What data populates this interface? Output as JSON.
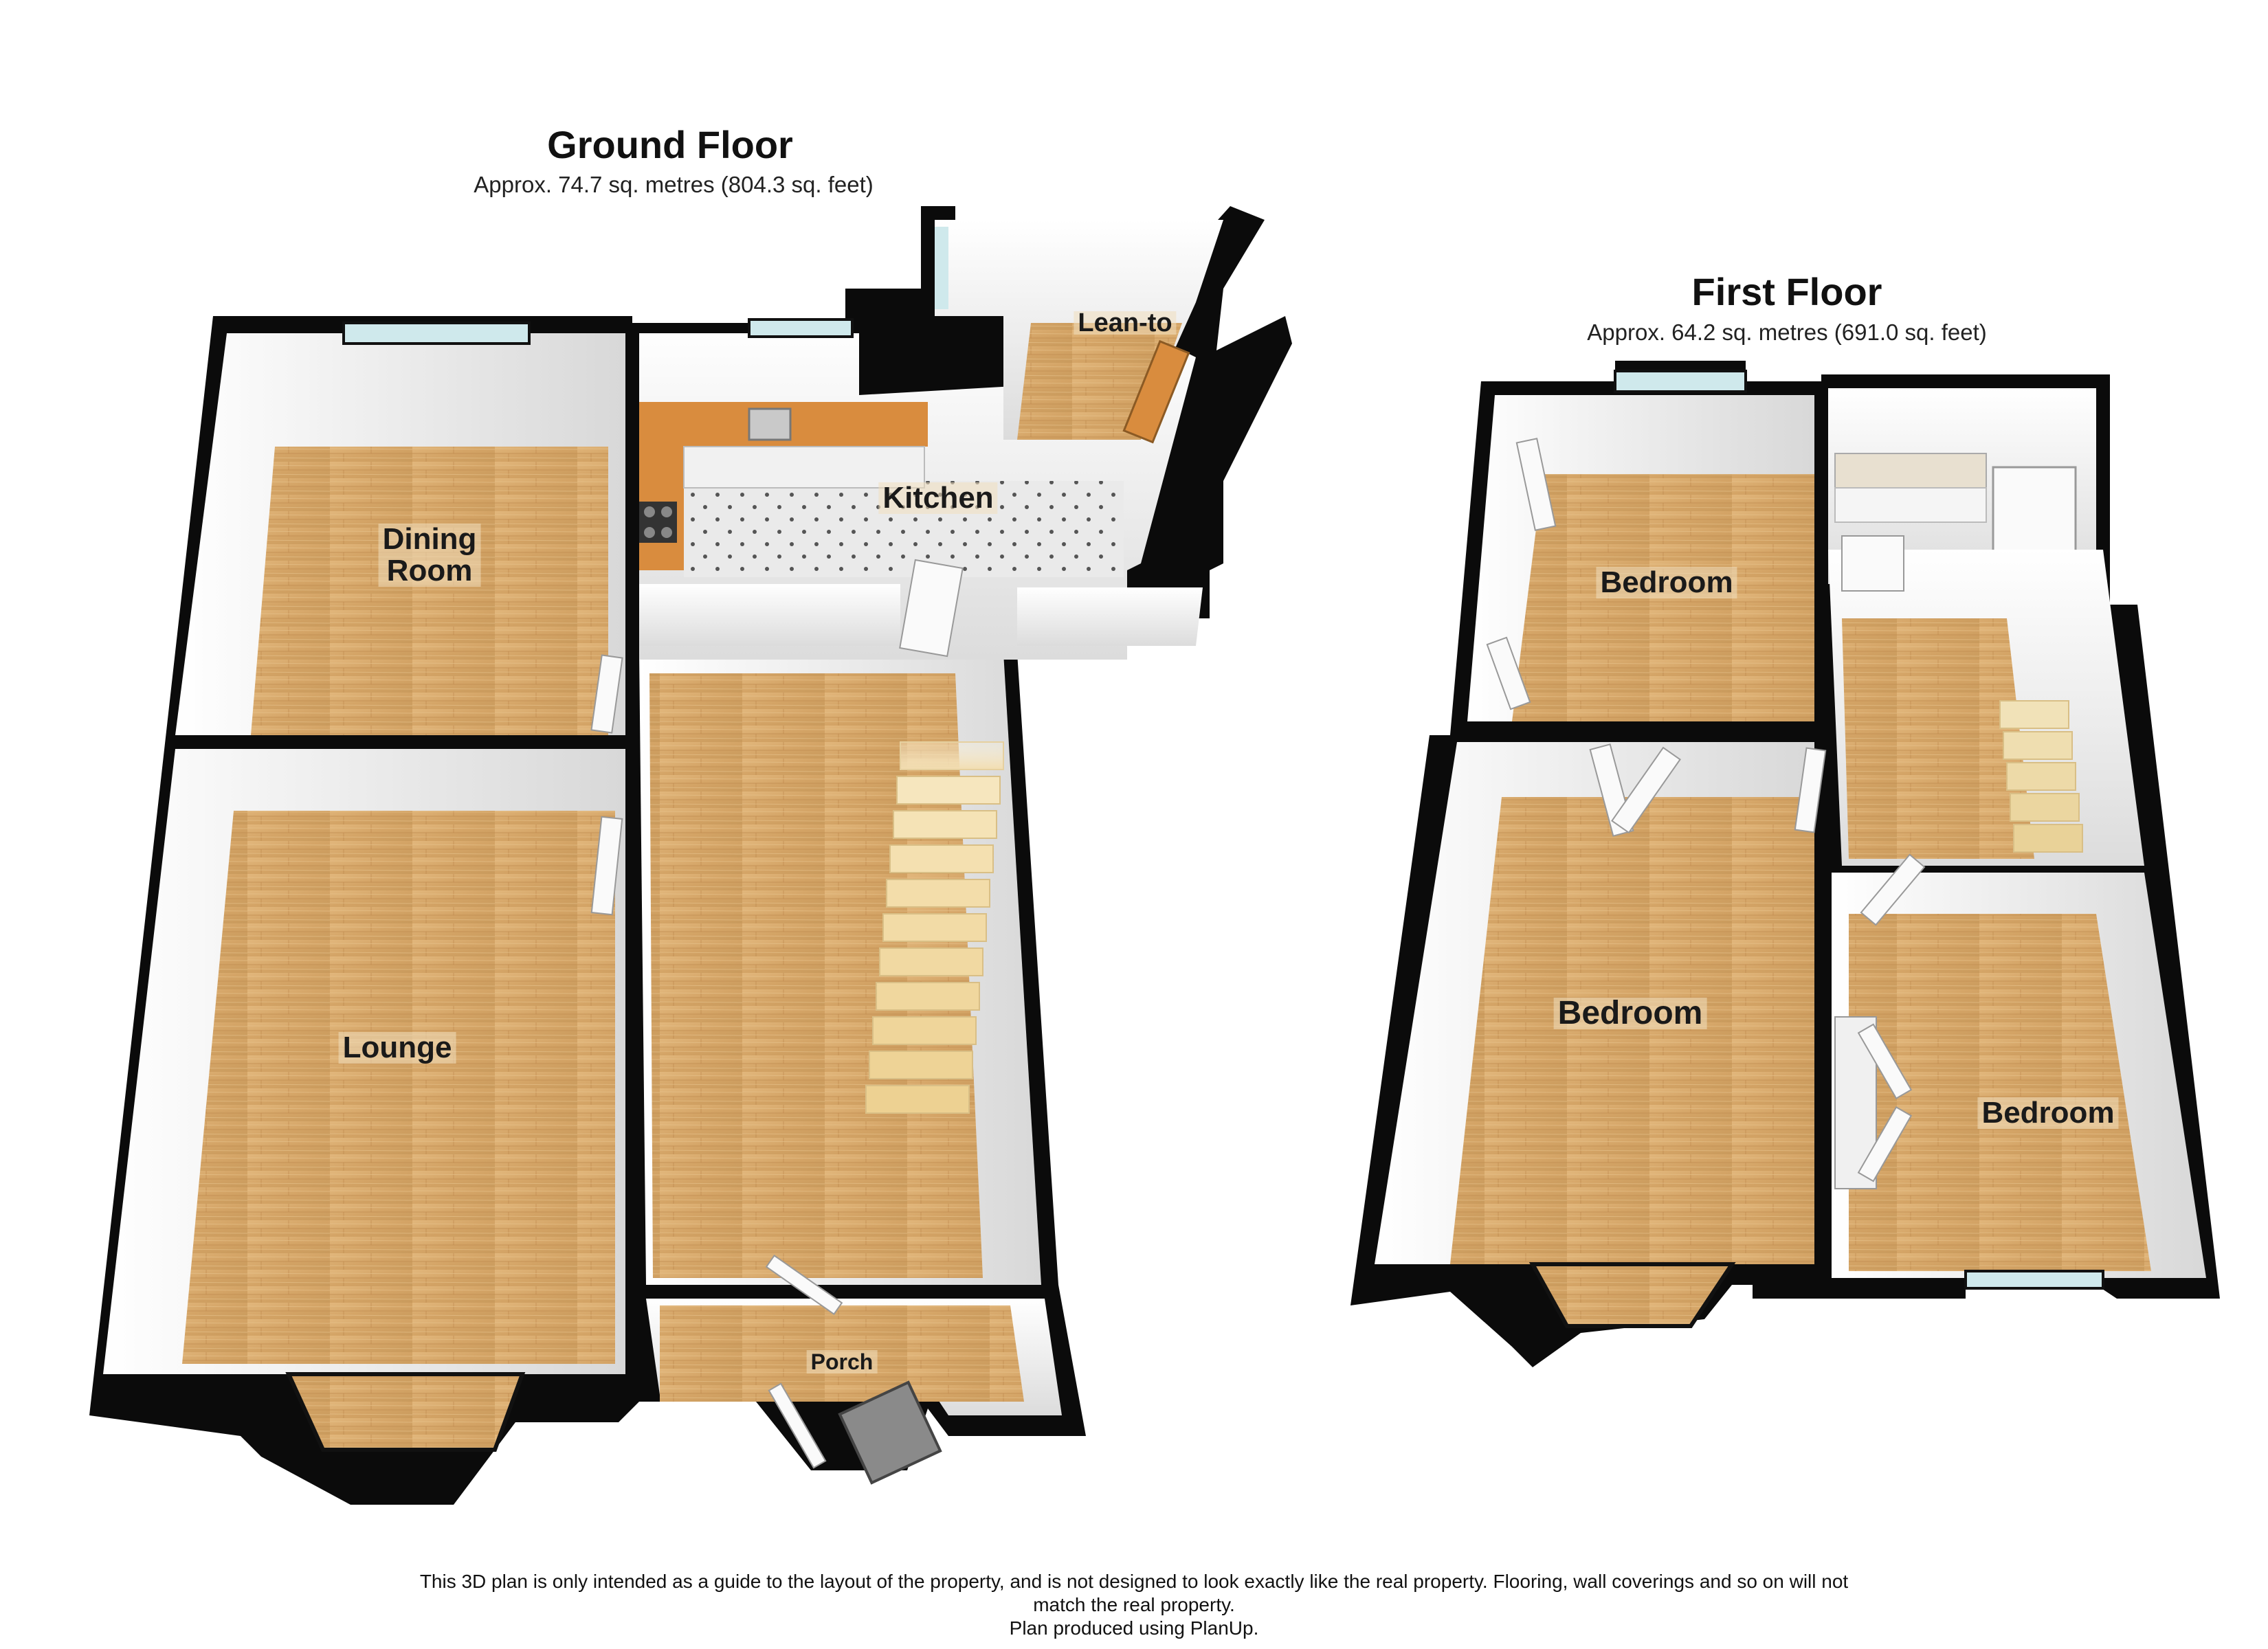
{
  "ground_floor": {
    "title": "Ground Floor",
    "area": "Approx. 74.7 sq. metres (804.3 sq. feet)",
    "rooms": {
      "dining": "Dining\nRoom",
      "kitchen": "Kitchen",
      "lean_to": "Lean-to",
      "lounge": "Lounge",
      "porch": "Porch"
    }
  },
  "first_floor": {
    "title": "First Floor",
    "area": "Approx. 64.2 sq. metres (691.0 sq. feet)",
    "rooms": {
      "bedroom_top": "Bedroom",
      "bedroom_left": "Bedroom",
      "bedroom_right": "Bedroom"
    }
  },
  "disclaimer": {
    "line1": "This 3D plan is only intended as a guide to the layout of the property, and is not designed to look exactly like the real property. Flooring, wall coverings and so on will not match the real property.",
    "line2": "Plan produced using PlanUp."
  },
  "colors": {
    "floor_wood": "#d9ad74",
    "wall_black": "#0a0a0a",
    "wall_white": "#f4f4f4",
    "tile_floor": "#e8e8e8",
    "worktop": "#d98c3e"
  }
}
